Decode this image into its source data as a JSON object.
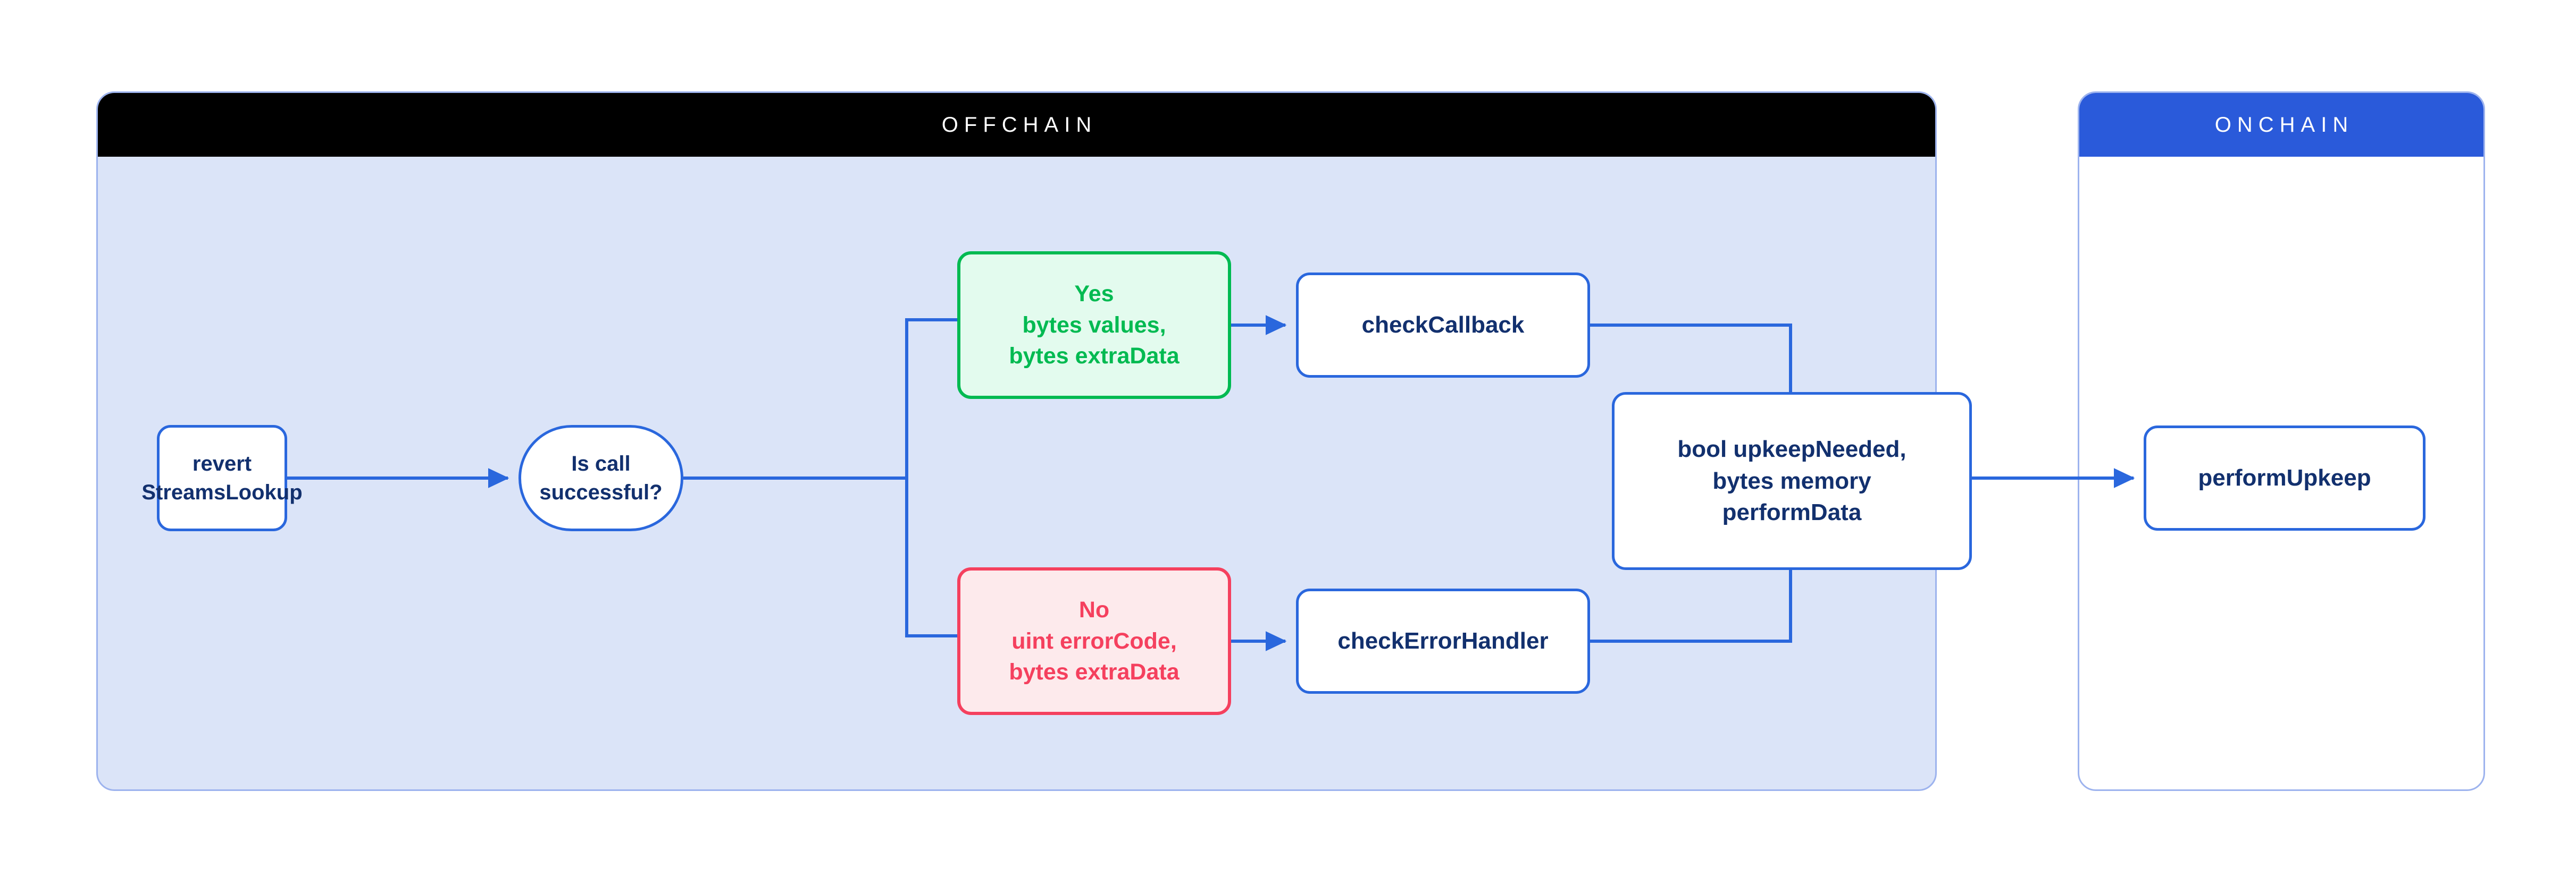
{
  "diagram": {
    "title": "Chainlink Automation StreamsLookup offchain/onchain flow",
    "colors": {
      "offchain_header_bg": "#000000",
      "onchain_header_bg": "#2a5ada",
      "offchain_panel_bg": "#dbe4f8",
      "onchain_panel_bg": "#ffffff",
      "panel_border": "#9db3ee",
      "node_border_blue": "#2a67dd",
      "node_text_blue": "#12306e",
      "success_green": "#00ba51",
      "success_green_bg": "#e3fbee",
      "error_red": "#f5405e",
      "error_red_bg": "#fdeaec",
      "connector_blue": "#2a67dd"
    }
  },
  "panels": {
    "offchain": {
      "label": "OFFCHAIN"
    },
    "onchain": {
      "label": "ONCHAIN"
    }
  },
  "nodes": {
    "revert": {
      "label": "revert\nStreamsLookup",
      "shape": "rounded-rect",
      "panel": "offchain"
    },
    "decision": {
      "label": "Is call successful?",
      "shape": "pill",
      "panel": "offchain"
    },
    "yes": {
      "label": "Yes\nbytes values,\nbytes extraData",
      "shape": "rounded-rect",
      "panel": "offchain",
      "state": "success"
    },
    "no": {
      "label": "No\nuint errorCode,\nbytes extraData",
      "shape": "rounded-rect",
      "panel": "offchain",
      "state": "error"
    },
    "check_callback": {
      "label": "checkCallback",
      "shape": "rounded-rect",
      "panel": "offchain"
    },
    "check_error_handler": {
      "label": "checkErrorHandler",
      "shape": "rounded-rect",
      "panel": "offchain"
    },
    "upkeep_needed": {
      "label": "bool upkeepNeeded,\nbytes memory\nperformData",
      "shape": "rounded-rect",
      "panel": "offchain"
    },
    "perform_upkeep": {
      "label": "performUpkeep",
      "shape": "rounded-rect",
      "panel": "onchain"
    }
  },
  "edges": [
    {
      "from": "revert",
      "to": "decision",
      "arrow": true
    },
    {
      "from": "decision",
      "to": "yes",
      "arrow": false,
      "routing": "orthogonal-branch-up"
    },
    {
      "from": "decision",
      "to": "no",
      "arrow": false,
      "routing": "orthogonal-branch-down"
    },
    {
      "from": "yes",
      "to": "check_callback",
      "arrow": true
    },
    {
      "from": "no",
      "to": "check_error_handler",
      "arrow": true
    },
    {
      "from": "check_callback",
      "to": "upkeep_needed",
      "arrow": false,
      "routing": "orthogonal-merge-down"
    },
    {
      "from": "check_error_handler",
      "to": "upkeep_needed",
      "arrow": false,
      "routing": "orthogonal-merge-up"
    },
    {
      "from": "upkeep_needed",
      "to": "perform_upkeep",
      "arrow": true
    }
  ]
}
